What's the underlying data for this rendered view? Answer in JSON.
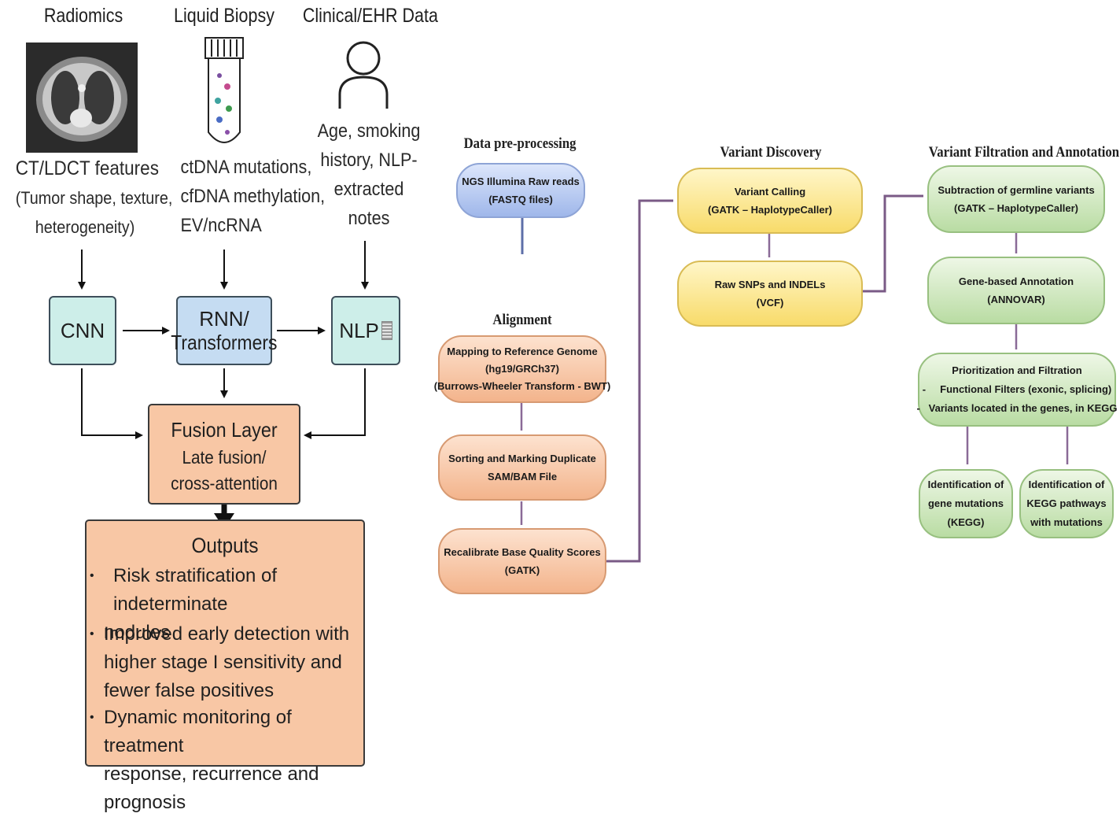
{
  "left": {
    "sources": [
      {
        "title": "Radiomics",
        "desc": [
          "CT/LDCT features",
          "(Tumor shape, texture,",
          "heterogeneity)"
        ]
      },
      {
        "title": "Liquid Biopsy",
        "desc": [
          "ctDNA mutations,",
          "cfDNA methylation,",
          "EV/ncRNA"
        ]
      },
      {
        "title": "Clinical/EHR Data",
        "desc": [
          "Age, smoking",
          "history, NLP-",
          "extracted",
          "notes"
        ]
      }
    ],
    "models": {
      "cnn": "CNN",
      "rnn_line1": "RNN/",
      "rnn_line2": "Transformers",
      "nlp": "NLP"
    },
    "fusion": {
      "title": "Fusion Layer",
      "line1": "Late fusion/",
      "line2": "cross-attention"
    },
    "outputs": {
      "title": "Outputs",
      "items": [
        [
          "Risk stratification of indeterminate",
          "nodules"
        ],
        [
          "Improved early detection with",
          "higher stage I sensitivity and",
          "fewer false positives"
        ],
        [
          "Dynamic monitoring of treatment",
          "response, recurrence and prognosis"
        ]
      ]
    }
  },
  "pipeline": {
    "sections": {
      "preprocessing": "Data pre-processing",
      "alignment": "Alignment",
      "discovery": "Variant Discovery",
      "filtration": "Variant Filtration and Annotation"
    },
    "nodes": {
      "raw_reads": [
        "NGS Illumina Raw reads",
        "(FASTQ files)"
      ],
      "mapping": [
        "Mapping to Reference Genome",
        "(hg19/GRCh37)",
        "(Burrows-Wheeler Transform - BWT)"
      ],
      "sorting": [
        "Sorting and Marking Duplicate",
        "SAM/BAM File"
      ],
      "recalibrate": [
        "Recalibrate Base Quality Scores",
        "(GATK)"
      ],
      "variant_calling": [
        "Variant Calling",
        "(GATK – HaplotypeCaller)"
      ],
      "raw_snps": [
        "Raw SNPs and INDELs",
        "(VCF)"
      ],
      "subtraction": [
        "Subtraction of germline variants",
        "(GATK – HaplotypeCaller)"
      ],
      "gene_annotation": [
        "Gene-based Annotation",
        "(ANNOVAR)"
      ],
      "prioritization": [
        "Prioritization and Filtration",
        "-     Functional Filters (exonic, splicing)",
        "-   Variants located in the genes, in KEGG"
      ],
      "gene_mutations": [
        "Identification of",
        "gene mutations",
        "(KEGG)"
      ],
      "kegg_pathways": [
        "Identification of",
        "KEGG pathways",
        "with mutations"
      ]
    }
  },
  "colors": {
    "teal": "#cdeee9",
    "blue": "#c5dcf2",
    "orange": "#f8c7a5",
    "purple_line": "#7a5a86"
  }
}
